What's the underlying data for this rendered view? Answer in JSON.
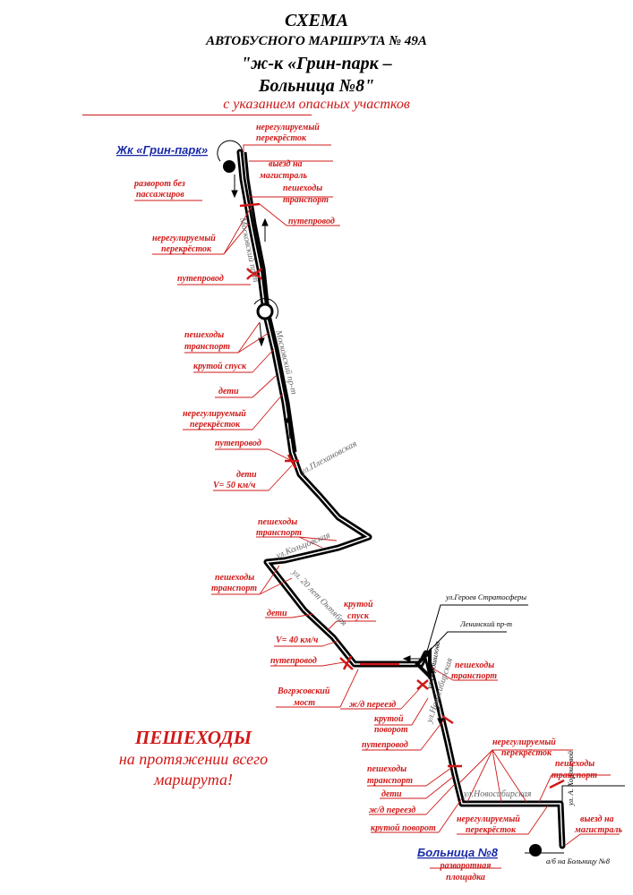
{
  "header": {
    "line1": "СХЕМА",
    "line2": "АВТОБУСНОГО МАРШРУТА № 49А",
    "line3": "\"ж-к «Грин-парк –",
    "line4": "Больница №8\"",
    "line5": "с указанием опасных участков"
  },
  "stops": {
    "start": "Жк «Грин-парк»",
    "end": "Больница №8",
    "end_note": "разворотная площадка",
    "end_note_1": "разворотная",
    "end_note_2": "площадка"
  },
  "streets": {
    "a": "Московский пр-т",
    "b": "Московский пр-т",
    "c": "ул.Плехановская",
    "d": "ул.Кольцовская",
    "e": "ул. 20 лет Октября",
    "f": "ул.Новосибирская",
    "g": "ул.Новосибирская",
    "h": "ул.Героев Стратосферы",
    "i": "Ленинский пр-т",
    "j": "ул. А. Хорошевой",
    "k": "ул.Ворошилова",
    "l": "а/б на Больницу №8"
  },
  "labels": {
    "unreg1_a": "нерегулируемый",
    "unreg1_b": "перекрёсток",
    "exit_a": "выезд на",
    "exit_b": "магистраль",
    "ped_a": "пешеходы",
    "ped_b": "транспорт",
    "uturn_a": "разворот без",
    "uturn_b": "пассажиров",
    "overpass": "путепровод",
    "unreg2_a": "нерегулируемый",
    "unreg2_b": "перекрёсток",
    "overpass2": "путепровод",
    "ped2_a": "пешеходы",
    "ped2_b": "транспорт",
    "steep": "крутой спуск",
    "kids": "дети",
    "unreg3_a": "нерегулируемый",
    "unreg3_b": "перекрёсток",
    "overpass3": "путепровод",
    "kids2": "дети",
    "speed50": "V= 50 км/ч",
    "ped3_a": "пешеходы",
    "ped3_b": "транспорт",
    "ped4_a": "пешеходы",
    "ped4_b": "транспорт",
    "kids3": "дети",
    "steep2_a": "крутой",
    "steep2_b": "спуск",
    "speed40": "V= 40 км/ч",
    "overpass4": "путепровод",
    "bridge_a": "Вогрэсовский",
    "bridge_b": "мост",
    "rail1": "ж/д переезд",
    "turn1_a": "крутой",
    "turn1_b": "поворот",
    "overpass5": "путепровод",
    "ped5_a": "пешеходы",
    "ped5_b": "транспорт",
    "kids4": "дети",
    "rail2": "ж/д переезд",
    "turn2": "крутой поворот",
    "ped6_a": "пешеходы",
    "ped6_b": "транспорт",
    "unreg4_a": "нерегулируемый",
    "unreg4_b": "перекрёсток",
    "ped7_a": "пешеходы",
    "ped7_b": "транспорт",
    "unreg5_a": "нерегулируемый",
    "unreg5_b": "перекрёсток",
    "exit2_a": "выезд на",
    "exit2_b": "магистраль"
  },
  "notice": {
    "line1": "ПЕШЕХОДЫ",
    "line2": "на протяжении всего",
    "line3": "маршрута!"
  },
  "colors": {
    "route": "#000000",
    "danger": "#d01818",
    "stop_label": "#1a2aa8"
  }
}
